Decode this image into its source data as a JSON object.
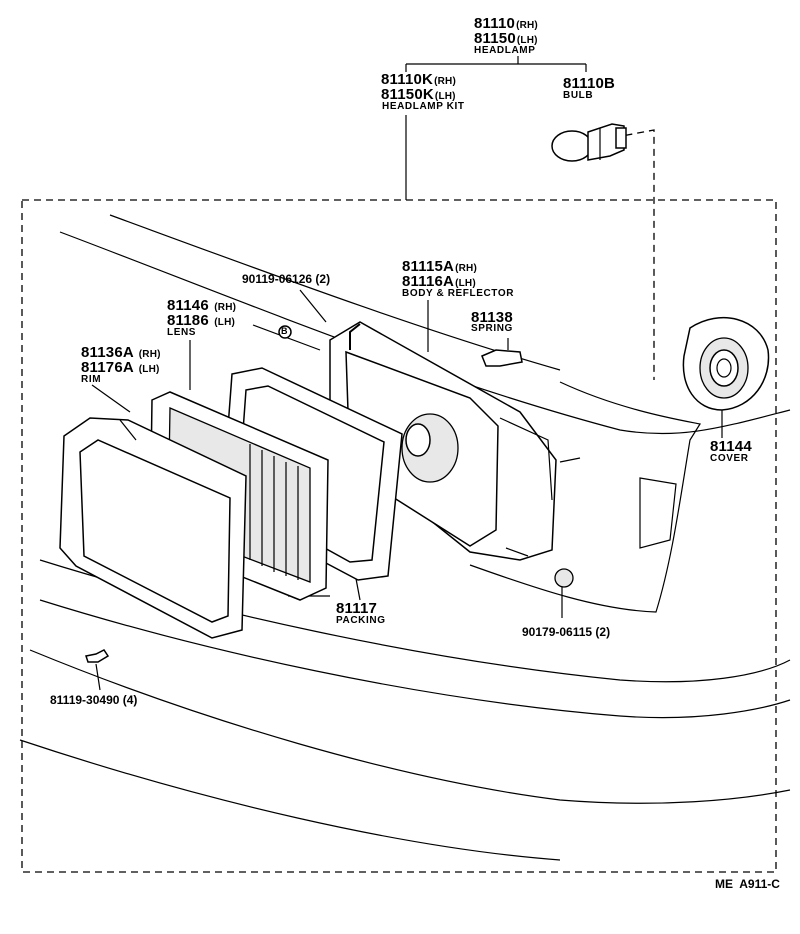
{
  "labels": {
    "headlamp": {
      "part_rh": "81110",
      "part_lh": "81150",
      "rh": "(RH)",
      "lh": "(LH)",
      "name": "HEADLAMP"
    },
    "headlamp_kit": {
      "part_rh": "81110K",
      "part_lh": "81150K",
      "rh": "(RH)",
      "lh": "(LH)",
      "name": "HEADLAMP KIT"
    },
    "bulb": {
      "part": "81110B",
      "name": "BULB"
    },
    "screw_top": {
      "text": "90119-06126 (2)",
      "ref": "B"
    },
    "body_reflector": {
      "part_rh": "81115A",
      "part_lh": "81116A",
      "rh": "(RH)",
      "lh": "(LH)",
      "name": "BODY & REFLECTOR"
    },
    "spring": {
      "part": "81138",
      "name": "SPRING"
    },
    "lens": {
      "part_rh": "81146",
      "part_lh": "81186",
      "rh": "(RH)",
      "lh": "(LH)",
      "name": "LENS"
    },
    "rim": {
      "part_rh": "81136A",
      "part_lh": "81176A",
      "rh": "(RH)",
      "lh": "(LH)",
      "name": "RIM"
    },
    "cover": {
      "part": "81144",
      "name": "COVER"
    },
    "packing": {
      "part": "81117",
      "name": "PACKING"
    },
    "nut": {
      "text": "90179-06115 (2)"
    },
    "screw_bottom": {
      "text": "81119-30490 (4)"
    },
    "figure_code": "ME  A911-C"
  }
}
